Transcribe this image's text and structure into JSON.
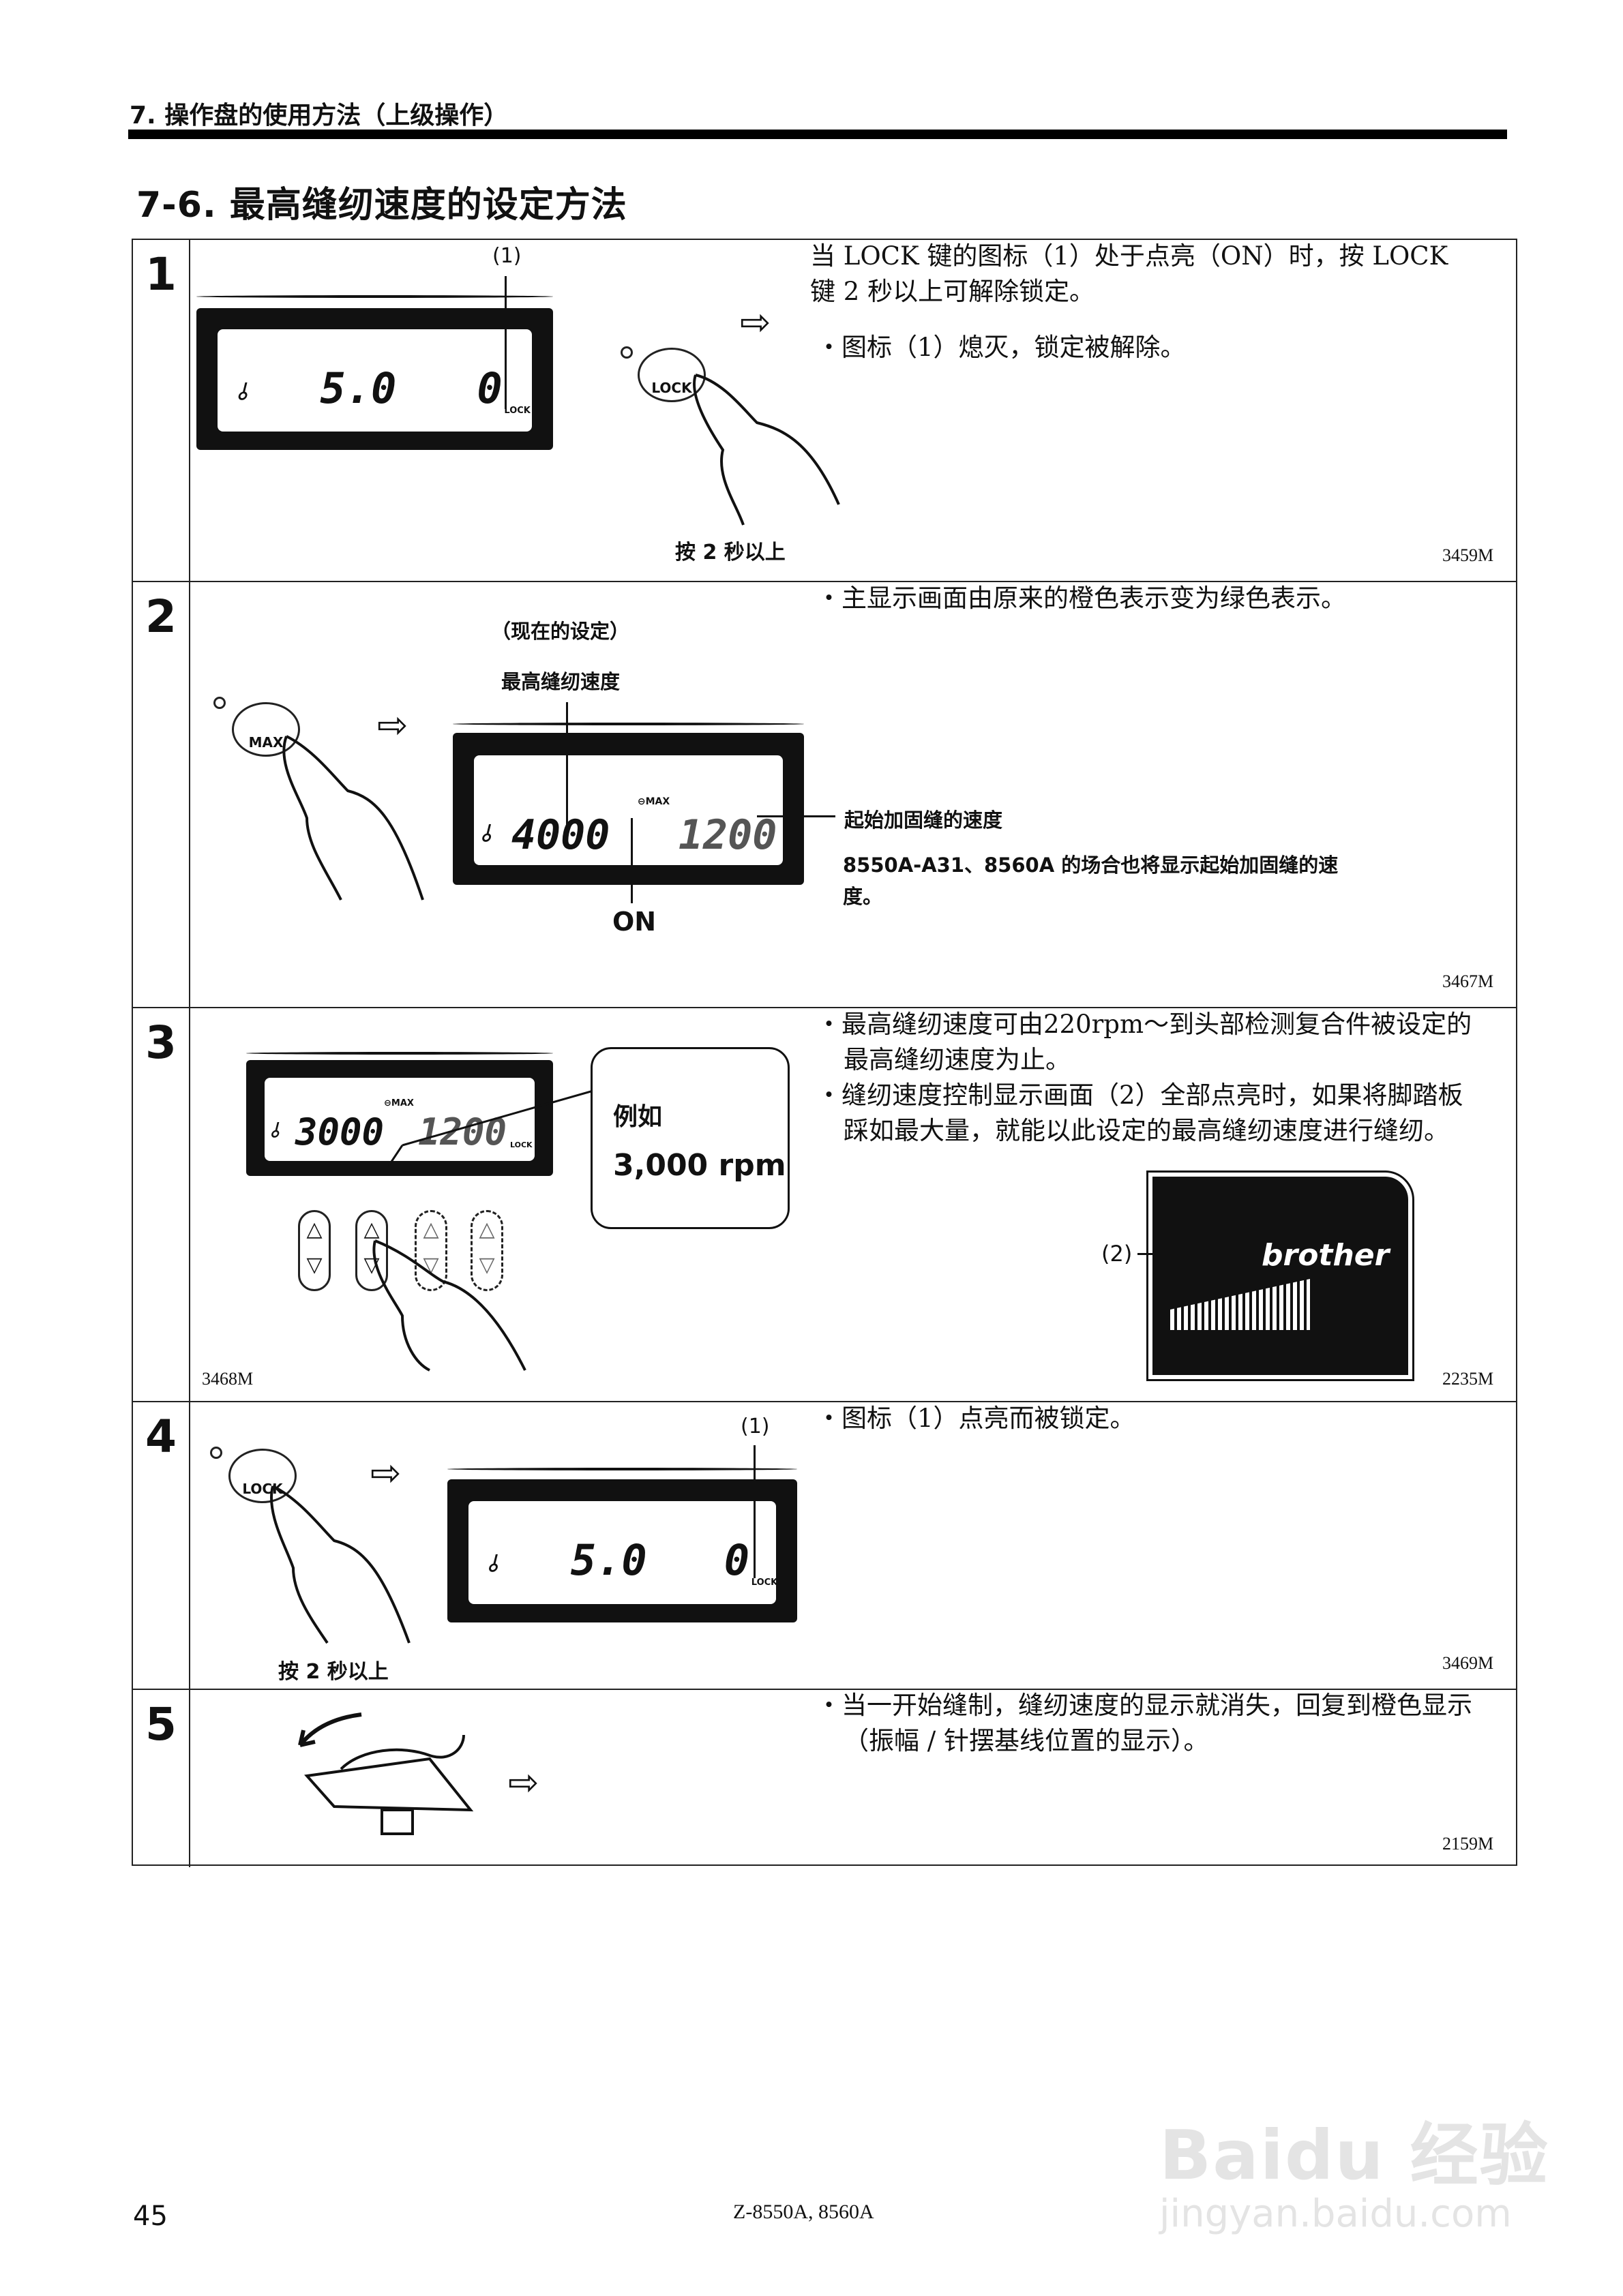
{
  "header": {
    "section": "7. 操作盘的使用方法（上级操作）",
    "title": "7-6. 最高缝纫速度的设定方法"
  },
  "steps": [
    {
      "number": "1",
      "text": "当 LOCK 键的图标（1）处于点亮（ON）时，按 LOCK 键 2 秒以上可解除锁定。",
      "bullets": [
        "图标（1）熄灭，锁定被解除。"
      ],
      "figure": {
        "callout": "(1)",
        "display_speed": "5.0",
        "display_value": "0",
        "lock_label": "LOCK",
        "button": "LOCK",
        "press_label": "按 2 秒以上",
        "code": "3459M"
      }
    },
    {
      "number": "2",
      "bullets": [
        "主显示画面由原来的橙色表示变为绿色表示。"
      ],
      "figure": {
        "current_setting": "（现在的设定）",
        "max_speed_label": "最高缝纫速度",
        "max_speed": "4000",
        "start_bt_speed": "1200",
        "max_icon": "MAX",
        "button": "MAX",
        "on_label": "ON",
        "start_bt_label": "起始加固缝的速度",
        "note": "8550A-A31、8560A 的场合也将显示起始加固缝的速度。",
        "code": "3467M"
      }
    },
    {
      "number": "3",
      "bullets": [
        "最高缝纫速度可由220rpm～到头部检测复合件被设定的最高缝纫速度为止。",
        "缝纫速度控制显示画面（2）全部点亮时，如果将脚踏板踩如最大量，就能以此设定的最高缝纫速度进行缝纫。"
      ],
      "figure": {
        "max_speed": "3000",
        "start_bt_speed": "1200",
        "max_icon": "MAX",
        "lock_label": "LOCK",
        "example_label": "例如",
        "example_value": "3,000 rpm",
        "callout": "(2)",
        "brand": "brother",
        "code_left": "3468M",
        "code_right": "2235M"
      }
    },
    {
      "number": "4",
      "bullets": [
        "图标（1）点亮而被锁定。"
      ],
      "figure": {
        "callout": "(1)",
        "display_speed": "5.0",
        "display_value": "0",
        "lock_label": "LOCK",
        "button": "LOCK",
        "press_label": "按 2 秒以上",
        "code": "3469M"
      }
    },
    {
      "number": "5",
      "bullets": [
        "当一开始缝制，缝纫速度的显示就消失，回复到橙色显示（振幅 / 针摆基线位置的显示）。"
      ],
      "figure": {
        "code": "2159M"
      }
    }
  ],
  "footer": {
    "page": "45",
    "model": "Z-8550A, 8560A"
  },
  "watermark": {
    "text": "Baidu 经验",
    "url_text": "jingyan.baidu.com"
  },
  "icons": {
    "arrow": "hollow-right-arrow",
    "bullet": "・"
  }
}
